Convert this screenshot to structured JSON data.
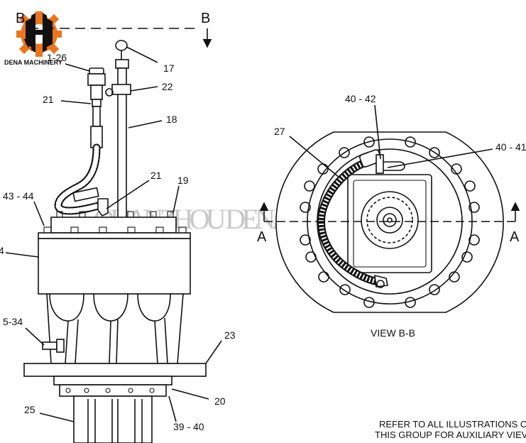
{
  "logo": {
    "text": "DENA MACHINERY",
    "brand_color": "#e9761f"
  },
  "watermark": "QUANZHOU DENA MACHINERY",
  "section_letters": {
    "b_left": "B",
    "b_right": "B",
    "a_left": "A",
    "a_right": "A"
  },
  "callouts_left": {
    "c1_26": "1-26",
    "c17": "17",
    "c22": "22",
    "c21_top": "21",
    "c18": "18",
    "c21_mid": "21",
    "c19": "19",
    "c43_44": "43 - 44",
    "c4": "4",
    "c5_34": "5-34",
    "c23": "23",
    "c20": "20",
    "c25": "25",
    "c39_40": "39 - 40"
  },
  "callouts_right": {
    "c40_42": "40 - 42",
    "c27": "27",
    "c40_41": "40 - 41"
  },
  "view_label": "VIEW B-B",
  "footer_note": {
    "line1": "REFER TO ALL ILLUSTRATIONS C",
    "line2": "THIS GROUP FOR AUXILIARY VIEV"
  }
}
